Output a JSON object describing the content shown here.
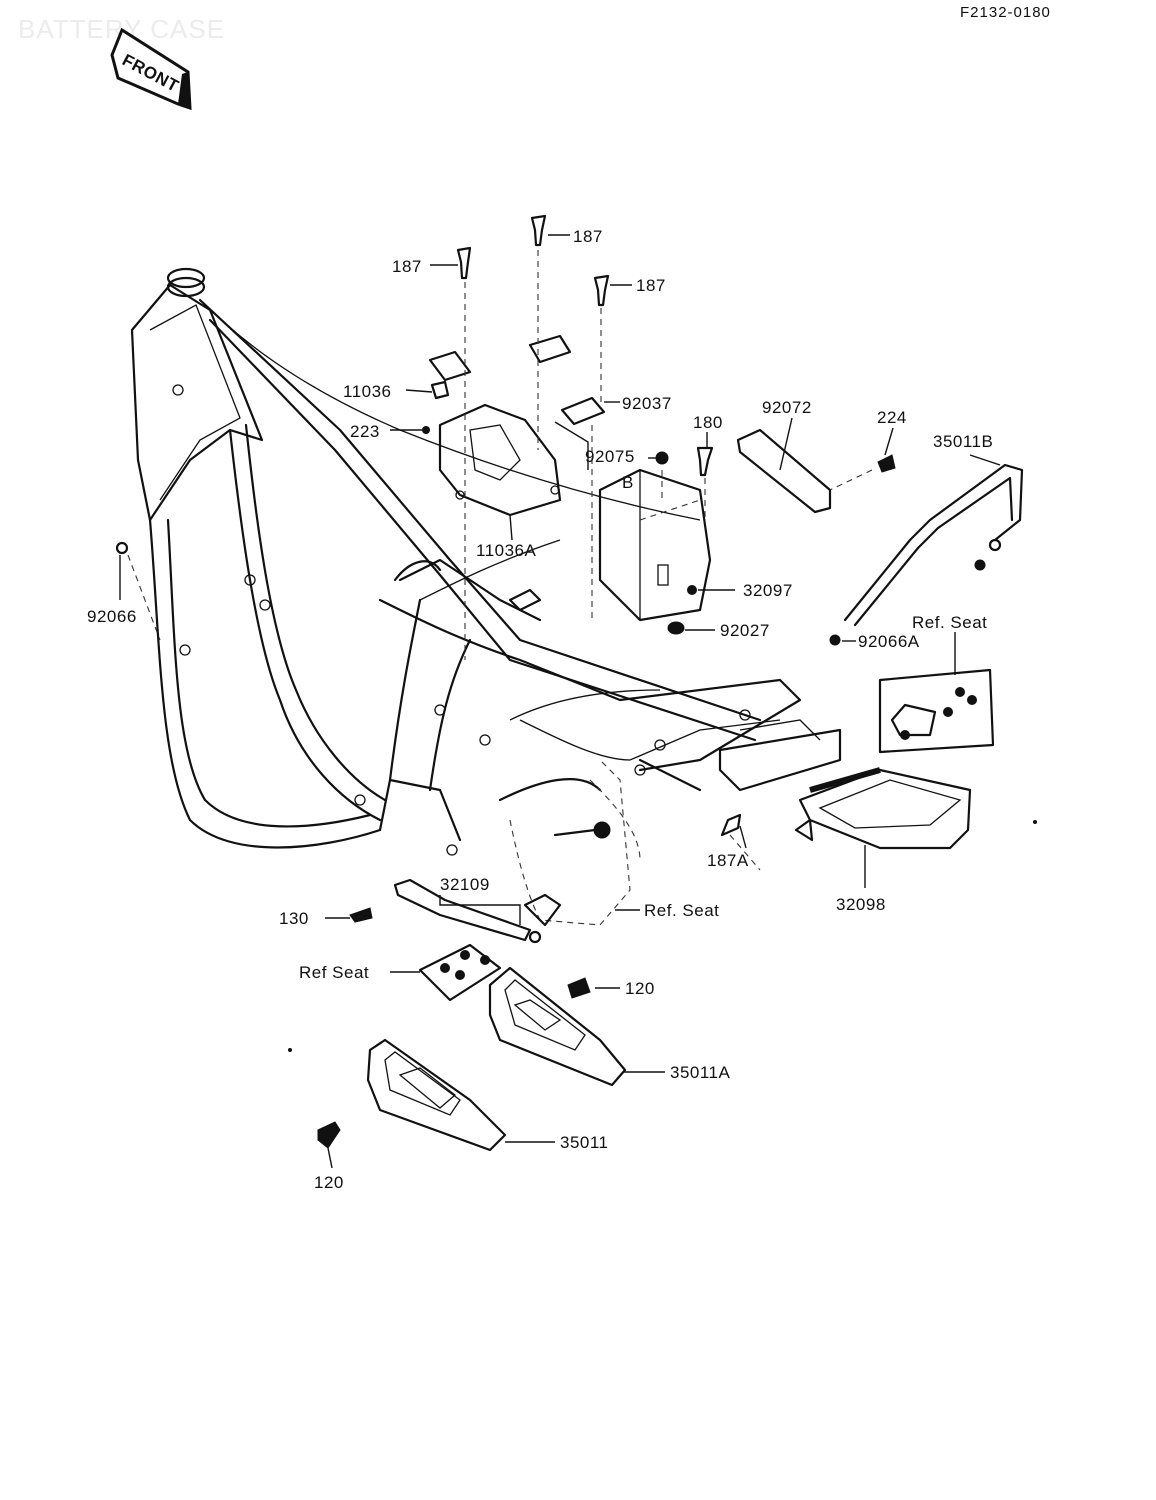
{
  "header": {
    "section_title": "BATTERY CASE",
    "figure_code": "F2132-0180",
    "front_badge": "FRONT"
  },
  "labels": {
    "bolt_187_left": "187",
    "bolt_187_center": "187",
    "bolt_187_right": "187",
    "part_11036": "11036",
    "part_223": "223",
    "part_92037": "92037",
    "part_92075": "92075",
    "part_180": "180",
    "part_92072": "92072",
    "part_224": "224",
    "part_35011B": "35011B",
    "part_11036A": "11036A",
    "part_92066": "92066",
    "part_32097": "32097",
    "part_92027": "92027",
    "part_92066A": "92066A",
    "ref_seat_right": "Ref. Seat",
    "part_187A": "187A",
    "part_32098": "32098",
    "part_32109": "32109",
    "part_130": "130",
    "ref_seat_center": "Ref. Seat",
    "ref_seat_left": "Ref  Seat",
    "part_120_right": "120",
    "part_35011A": "35011A",
    "part_35011": "35011",
    "part_120_left": "120"
  }
}
